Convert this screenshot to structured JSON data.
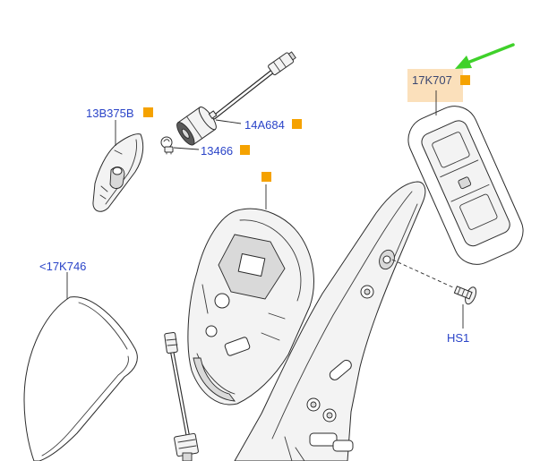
{
  "callouts": [
    {
      "label": "13B375B"
    },
    {
      "label": "14A684"
    },
    {
      "label": "13466"
    },
    {
      "label": "17K707",
      "highlighted": true
    },
    {
      "label": "<17K746"
    },
    {
      "label": "HS1"
    }
  ],
  "icons": {
    "marker": "orange-square-marker-icon",
    "pointer": "green-arrow-icon"
  },
  "colors": {
    "label": "#2a44c8",
    "label_highlighted": "#3a4670",
    "marker": "#f5a200",
    "highlight": "#fbe0bb",
    "arrow": "#3fd12a",
    "line": "#2b2b2b",
    "background": "#ffffff"
  }
}
